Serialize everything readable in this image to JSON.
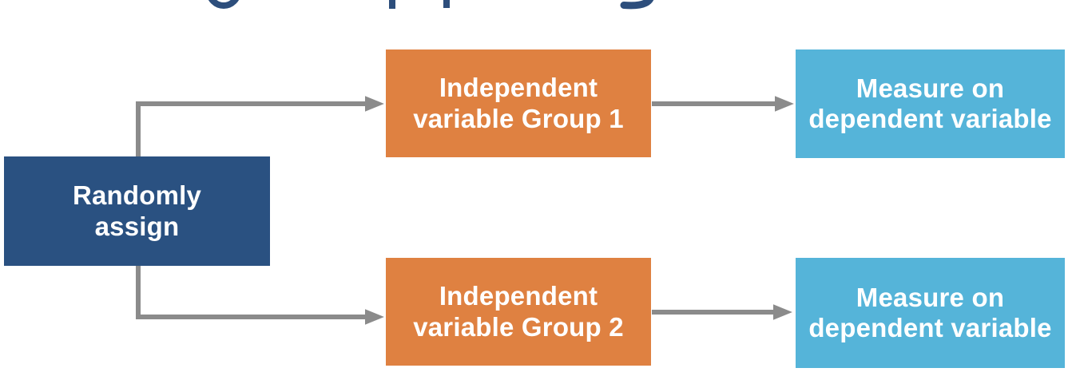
{
  "cropped_title": {
    "color": "#2d4e7c",
    "fragments": [
      "g-descender-bowl",
      "p-descender-stem",
      "p-descender-stem",
      "y-descender-tail"
    ]
  },
  "diagram": {
    "colors": {
      "assign_box": "#2a5181",
      "independent_box": "#df8141",
      "measure_box": "#55b4d9",
      "arrow": "#8b8b8b",
      "label_text": "#ffffff"
    },
    "nodes": {
      "assign": {
        "label": "Randomly\nassign"
      },
      "iv1": {
        "label": "Independent\nvariable Group 1"
      },
      "iv2": {
        "label": "Independent\nvariable Group 2"
      },
      "measure1": {
        "label": "Measure on\ndependent variable"
      },
      "measure2": {
        "label": "Measure on\ndependent variable"
      }
    }
  }
}
